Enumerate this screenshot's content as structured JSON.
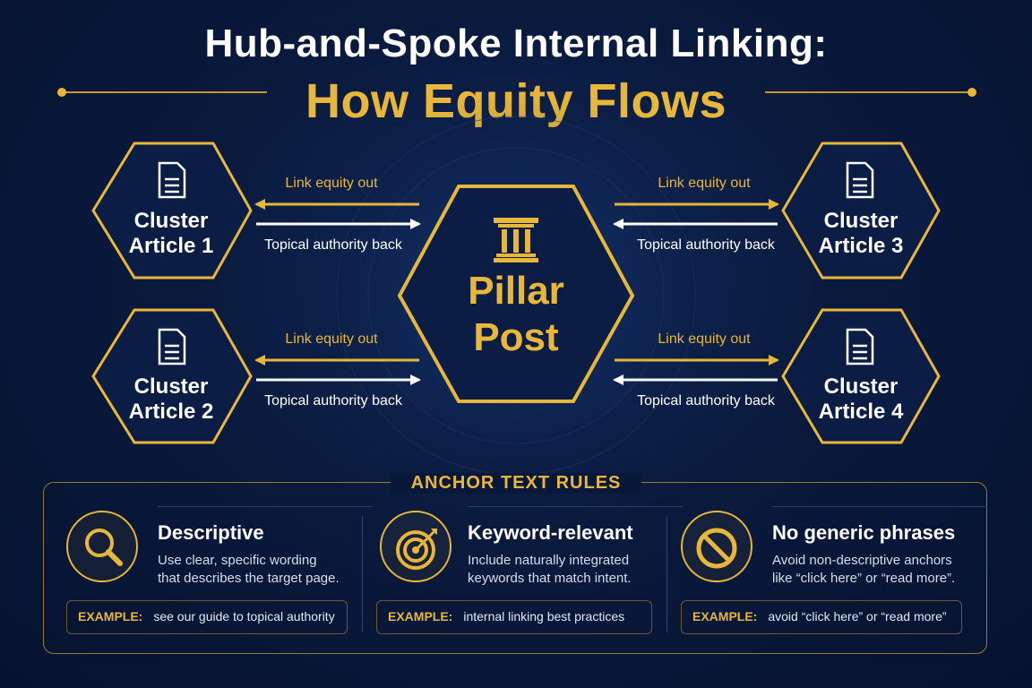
{
  "title": {
    "line1": "Hub-and-Spoke Internal Linking:",
    "line2": "How Equity Flows"
  },
  "colors": {
    "gold": "#e8b73a",
    "navy": "#0a1a3d",
    "white": "#ffffff"
  },
  "pillar": {
    "line1": "Pillar",
    "line2": "Post",
    "icon": "column-icon"
  },
  "clusters": [
    {
      "line1": "Cluster",
      "line2": "Article 1",
      "icon": "document-icon"
    },
    {
      "line1": "Cluster",
      "line2": "Article 2",
      "icon": "document-icon"
    },
    {
      "line1": "Cluster",
      "line2": "Article 3",
      "icon": "document-icon"
    },
    {
      "line1": "Cluster",
      "line2": "Article 4",
      "icon": "document-icon"
    }
  ],
  "flows": {
    "out_label": "Link equity out",
    "back_label": "Topical authority back"
  },
  "rules": {
    "heading": "ANCHOR TEXT RULES",
    "example_label": "EXAMPLE:",
    "items": [
      {
        "title": "Descriptive",
        "desc_line1": "Use clear, specific wording",
        "desc_line2": "that describes the target page.",
        "example": "see our guide to topical authority",
        "icon": "magnifier-icon"
      },
      {
        "title": "Keyword-relevant",
        "desc_line1": "Include naturally integrated",
        "desc_line2": "keywords that match intent.",
        "example": "internal linking best practices",
        "icon": "target-icon"
      },
      {
        "title": "No generic phrases",
        "desc_line1": "Avoid non-descriptive anchors",
        "desc_line2": "like “click here” or “read more”.",
        "example": "avoid “click here” or “read more”",
        "icon": "prohibited-icon"
      }
    ]
  }
}
